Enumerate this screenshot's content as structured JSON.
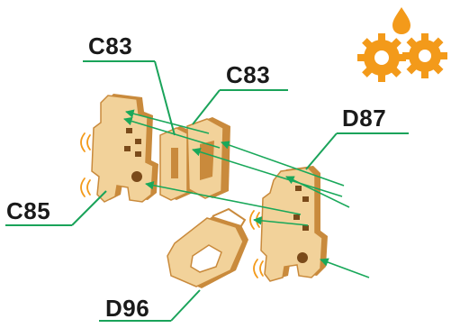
{
  "labels": {
    "c83_top": "C83",
    "c83_mid": "C83",
    "d87": "D87",
    "c85": "C85",
    "d96": "D96"
  },
  "icons": {
    "gears": "gears-with-oil-drop-icon"
  },
  "colors": {
    "leader_lines": "#1aa35a",
    "arrows": "#19a85a",
    "wood_face": "#f2d29a",
    "wood_edge": "#c98a3c",
    "wood_dark": "#7a4a1a",
    "gear_orange": "#f39a1a",
    "motion_marks": "#f39a1a",
    "label_text": "#1a1a1a"
  }
}
